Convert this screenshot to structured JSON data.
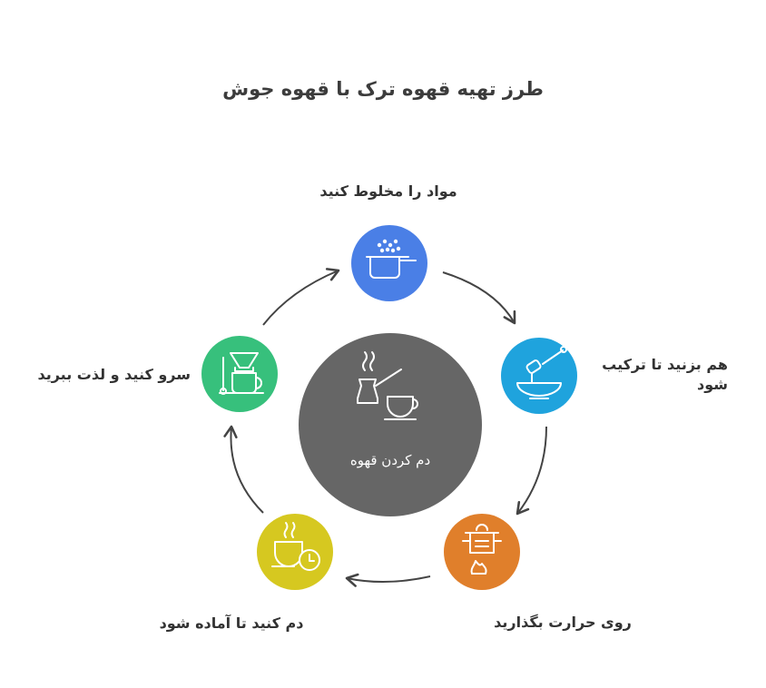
{
  "title": "طرز تهیه قهوه ترک با قهوه جوش",
  "center": {
    "label": "دم کردن قهوه",
    "color": "#666666"
  },
  "steps": [
    {
      "label": "مواد را مخلوط کنید",
      "color": "#4a7fe6",
      "icon": "pot-icon"
    },
    {
      "label": "هم بزنید تا ترکیب شود",
      "color": "#1fa3dd",
      "icon": "honey-dipper-bowl-icon"
    },
    {
      "label": "روی حرارت بگذارید",
      "color": "#e07f2b",
      "icon": "pot-on-flame-icon"
    },
    {
      "label": "دم کنید تا آماده شود",
      "color": "#d6c820",
      "icon": "cup-timer-icon"
    },
    {
      "label": "سرو کنید و لذت ببرید",
      "color": "#37c07c",
      "icon": "coffee-dripper-icon"
    }
  ]
}
